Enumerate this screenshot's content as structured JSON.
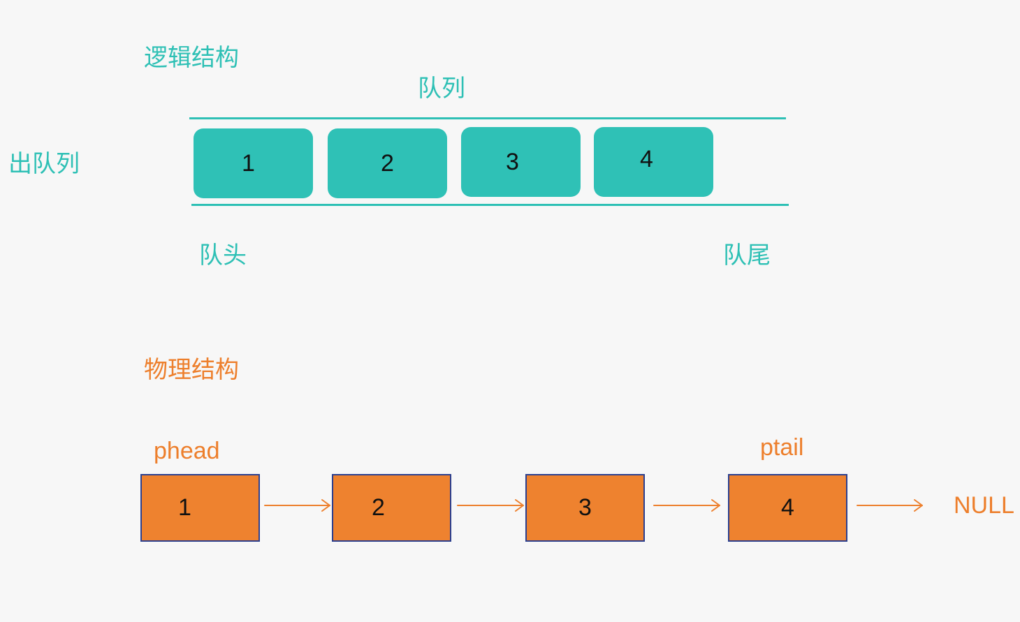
{
  "logical": {
    "title": "逻辑结构",
    "queue_label": "队列",
    "dequeue_label": "出队列",
    "head_label": "队头",
    "tail_label": "队尾",
    "items": [
      "1",
      "2",
      "3",
      "4"
    ]
  },
  "physical": {
    "title": "物理结构",
    "head_pointer": "phead",
    "tail_pointer": "ptail",
    "nodes": [
      "1",
      "2",
      "3",
      "4"
    ],
    "null_label": "NULL"
  },
  "colors": {
    "teal": "#2ec0b5",
    "orange": "#ed7f2c",
    "node_border": "#2b3f8f",
    "background": "#f7f7f7"
  }
}
